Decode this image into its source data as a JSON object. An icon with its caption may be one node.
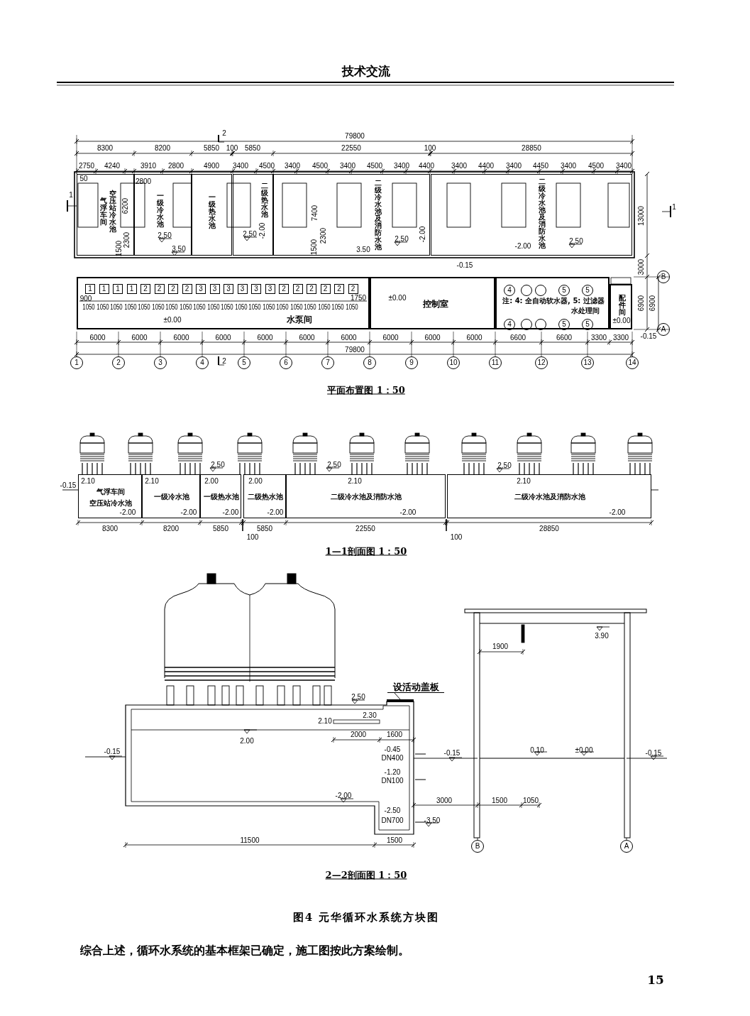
{
  "diagram": {
    "caption": "图4 元华循环水系统方块图",
    "nodes": [
      {
        "text": [
          "气浮车间",
          "空压站冷水池"
        ]
      },
      {
        "text": [
          "一级冷水池"
        ]
      },
      {
        "text": [
          "一级热水池"
        ]
      },
      {
        "text": [
          "二级热水池"
        ]
      },
      {
        "text": [
          "二级冷水池及消防水池"
        ]
      },
      {
        "text": [
          "二级冷水池及消防水池"
        ]
      },
      {
        "text": [
          "水泵间"
        ]
      },
      {
        "text": [
          "控制室"
        ]
      },
      {
        "text": [
          "注: 4: 全自动软水器, 5: 过滤器",
          "水处理间"
        ]
      },
      {
        "text": [
          "配件间"
        ]
      },
      {
        "text": [
          "1"
        ],
        "in": 6
      },
      {
        "text": [
          "1"
        ],
        "in": 6
      },
      {
        "text": [
          "1"
        ],
        "in": 6
      },
      {
        "text": [
          "1"
        ],
        "in": 6
      },
      {
        "text": [
          "2"
        ],
        "in": 6
      },
      {
        "text": [
          "2"
        ],
        "in": 6
      },
      {
        "text": [
          "2"
        ],
        "in": 6
      },
      {
        "text": [
          "2"
        ],
        "in": 6
      },
      {
        "text": [
          "3"
        ],
        "in": 6
      },
      {
        "text": [
          "3"
        ],
        "in": 6
      },
      {
        "text": [
          "3"
        ],
        "in": 6
      },
      {
        "text": [
          "3"
        ],
        "in": 6
      },
      {
        "text": [
          "3"
        ],
        "in": 6
      },
      {
        "text": [
          "3"
        ],
        "in": 6
      },
      {
        "text": [
          "2"
        ],
        "in": 6
      },
      {
        "text": [
          "2"
        ],
        "in": 6
      },
      {
        "text": [
          "2"
        ],
        "in": 6
      },
      {
        "text": [
          "2"
        ],
        "in": 6
      },
      {
        "text": [
          "2"
        ],
        "in": 6
      },
      {
        "text": [
          "2"
        ],
        "in": 6
      },
      {
        "text": [
          "4"
        ],
        "in": 8
      },
      {
        "text": [],
        "shape": "circle",
        "in": 8
      },
      {
        "text": [],
        "shape": "circle",
        "in": 8
      },
      {
        "text": [
          "5"
        ],
        "in": 8
      },
      {
        "text": [
          "5"
        ],
        "in": 8
      },
      {
        "text": [
          "4"
        ],
        "in": 8
      },
      {
        "text": [],
        "shape": "circle",
        "in": 8
      },
      {
        "text": [],
        "shape": "circle",
        "in": 8
      },
      {
        "text": [
          "5"
        ],
        "in": 8
      },
      {
        "text": [
          "5"
        ],
        "in": 8
      },
      {
        "text": [
          "1"
        ]
      },
      {
        "text": [
          "2"
        ]
      },
      {
        "text": [
          "3"
        ]
      },
      {
        "text": [
          "4"
        ]
      },
      {
        "text": [
          "5"
        ]
      },
      {
        "text": [
          "6"
        ]
      },
      {
        "text": [
          "7"
        ]
      },
      {
        "text": [
          "8"
        ]
      },
      {
        "text": [
          "9"
        ]
      },
      {
        "text": [
          "10"
        ]
      },
      {
        "text": [
          "11"
        ]
      },
      {
        "text": [
          "12"
        ]
      },
      {
        "text": [
          "13"
        ]
      },
      {
        "text": [
          "14"
        ]
      },
      {
        "text": [
          "B"
        ]
      },
      {
        "text": [
          "A"
        ]
      },
      {
        "text": [
          "气浮车间",
          "空压站冷水池"
        ]
      },
      {
        "text": [
          "一级冷水池"
        ]
      },
      {
        "text": [
          "一级热水池"
        ]
      },
      {
        "text": [
          "二级热水池"
        ]
      },
      {
        "text": [
          "二级冷水池及消防水池"
        ]
      },
      {
        "text": [
          "二级冷水池及消防水池"
        ]
      },
      {
        "text": [
          "设活动盖板"
        ]
      },
      {
        "text": [],
        "shape": "bar"
      },
      {
        "text": [
          "B"
        ]
      },
      {
        "text": [
          "A"
        ]
      }
    ],
    "edges": [
      {
        "from": 62,
        "to": 63,
        "arrow": "none"
      }
    ],
    "labels": [
      "技术交流",
      "79800",
      "8300",
      "8200",
      "5850",
      "100",
      "5850",
      "22550",
      "100",
      "28850",
      "2750",
      "4240",
      "3910",
      "2800",
      "4900",
      "3400",
      "4500",
      "3400",
      "4500",
      "3400",
      "4500",
      "3400",
      "4400",
      "3400",
      "4400",
      "3400",
      "4450",
      "3400",
      "4500",
      "3400",
      "50",
      "2800",
      "6200",
      "2300",
      "1500",
      "7400",
      "2300",
      "1500",
      "13000",
      "3000",
      "6900",
      "6900",
      "2.50",
      "3.50",
      "2.50",
      "-2.00",
      "3.50",
      "2.50",
      "-2.00",
      "-2.00",
      "2.50",
      "-0.15",
      "1",
      "1",
      "2",
      "2",
      "900",
      "1050",
      "1050",
      "1050",
      "1050",
      "1050",
      "1050",
      "1050",
      "1050",
      "1050",
      "1050",
      "1050",
      "1050",
      "1050",
      "1050",
      "1050",
      "1050",
      "1050",
      "1050",
      "1050",
      "1050",
      "1750",
      "±0.00",
      "±0.00",
      "±0.00",
      "6000",
      "6000",
      "6000",
      "6000",
      "6000",
      "6000",
      "6000",
      "6000",
      "6000",
      "6000",
      "6600",
      "6600",
      "3300",
      "3300",
      "-0.15",
      "79800",
      "平面布置图 1：50",
      "-0.15",
      "2.10",
      "-2.00",
      "2.10",
      "-2.00",
      "2.00",
      "-2.00",
      "2.00",
      "-2.00",
      "2.10",
      "-2.00",
      "2.10",
      "-2.00",
      "2.50",
      "2.50",
      "2.50",
      "8300",
      "8200",
      "5850",
      "5850",
      "22550",
      "28850",
      "100",
      "100",
      "1—1剖面图 1：50",
      "2.50",
      "2.30",
      "2.10",
      "2.00",
      "2000",
      "1600",
      "-0.15",
      "-0.45",
      "DN400",
      "-0.15",
      "-1.20",
      "DN100",
      "-2.00",
      "3000",
      "-2.50",
      "DN700",
      "-3.50",
      "11500",
      "1500",
      "1900",
      "3.90",
      "0.10",
      "±0.00",
      "-0.15",
      "1500",
      "1050",
      "2—2剖面图 1：50",
      "综合上述，循环水系统的基本框架已确定，施工图按此方案绘制。",
      "15"
    ]
  }
}
